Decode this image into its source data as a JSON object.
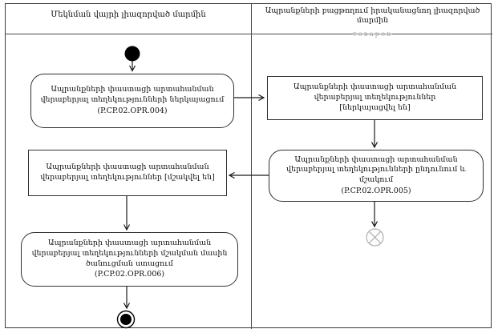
{
  "lanes": [
    {
      "title": "Մեկնման վայրի լիազորված մարմին"
    },
    {
      "title": "Ապրանքների բացթողում իրականացնող լիազորված մարմին",
      "faded_text": "товаров"
    }
  ],
  "activities": {
    "opr004": {
      "text": "Ապրանքների փաստացի արտահանման վերաբերյալ տեղեկությունների ներկայացում",
      "code": "(P.CP.02.OPR.004)"
    },
    "opr005": {
      "text": "Ապրանքների փաստացի արտահանման վերաբերյալ տեղեկությունների ընդունում և մշակում",
      "code": "(P.CP.02.OPR.005)"
    },
    "opr006": {
      "text": "Ապրանքների փաստացի արտահանման վերաբերյալ տեղեկությունների մշակման մասին ծանուցման ստացում",
      "code": "(P.CP.02.OPR.006)"
    }
  },
  "object_states": {
    "presented": {
      "text": "Ապրանքների փաստացի արտահանման վերաբերյալ տեղեկություններ",
      "state": "[ներկայացվել են]"
    },
    "processed": {
      "text": "Ապրանքների փաստացի արտահանման վերաբերյալ տեղեկություններ",
      "state": "[մշակվել են]"
    }
  },
  "symbols": {
    "start": "initial-node-filled-circle",
    "end": "activity-final-node-bullseye",
    "flow_final": "flow-final-circled-x"
  },
  "colors": {
    "line": "#2f2f2f",
    "arrow": "#1a1a1a",
    "flow_final": "#b0b0b0",
    "faded_text": "#9a9a9a",
    "background": "#ffffff"
  }
}
